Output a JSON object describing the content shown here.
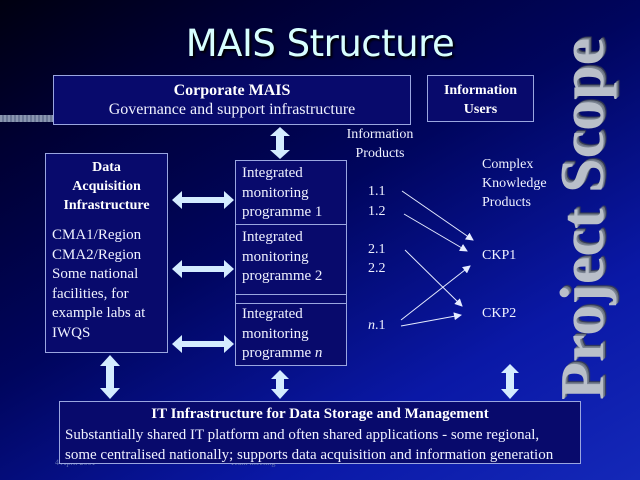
{
  "title": "MAIS Structure",
  "side_title": "Project Scope",
  "corporate": {
    "heading": "Corporate MAIS",
    "subtitle": "Governance and support infrastructure"
  },
  "info_users": {
    "line1": "Information",
    "line2": "Users"
  },
  "data_acquisition": {
    "heading_lines": [
      "Data",
      "Acquisition",
      "Infrastructure"
    ],
    "body_lines": [
      "CMA1/Region",
      "CMA2/Region",
      "Some national",
      "facilities, for",
      "example labs at",
      "IWQS"
    ]
  },
  "programmes": [
    {
      "lines": [
        "Integrated",
        "monitoring",
        "programme 1"
      ]
    },
    {
      "lines": [
        "Integrated",
        "monitoring",
        "programme 2"
      ]
    },
    {
      "lines": [
        "Integrated",
        "monitoring",
        "programme "
      ],
      "suffix_italic": "n"
    }
  ],
  "info_products": {
    "header_lines": [
      "Information",
      "Products"
    ],
    "items": [
      "1.1",
      "1.2",
      "2.1",
      "2.2"
    ],
    "last_item_italic": "n",
    "last_item_rest": ".1"
  },
  "knowledge_products": {
    "header_lines": [
      "Complex",
      "Knowledge",
      "Products"
    ],
    "items": [
      "CKP1",
      "CKP2"
    ]
  },
  "it_infrastructure": {
    "heading": "IT Infrastructure for Data Storage and Management",
    "body_line1": "Substantially shared IT platform and often shared applications - some regional,",
    "body_line2": "some centralised nationally; supports data acquisition and information generation"
  },
  "footer": {
    "left": "4 April 2001",
    "center": "Team meeting"
  },
  "colors": {
    "arrow": "#d4ecff",
    "title": "#d8ffff",
    "box_border": "#9aa6e0",
    "box_fill": "#080a6c"
  }
}
